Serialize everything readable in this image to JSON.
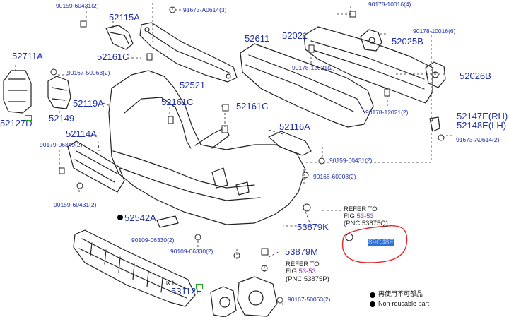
{
  "parts": {
    "p01": "90159-60431(2)",
    "p02": "52115A",
    "p03": "91673-A0614(3)",
    "p04": "90178-10016(4)",
    "p05": "52611",
    "p06": "52021",
    "p07": "90178-10016(6)",
    "p08": "52025B",
    "p09": "52161C",
    "p10": "52711A",
    "p11": "90178-12021(2)",
    "p12": "90167-50063(2)",
    "p13": "52026B",
    "p14": "52521",
    "p15": "52119A",
    "p16": "52161C",
    "p17": "52161C",
    "p18": "90178-12021(2)",
    "p19": "52147E(RH)",
    "p20": "52149",
    "p21": "52127D",
    "p22": "52148E(LH)",
    "p23": "52116A",
    "p24": "52114A",
    "p25": "91673-A0614(2)",
    "p26": "90179-06349(2)",
    "p27": "90159-60431(2)",
    "p28": "90166-60003(2)",
    "p29": "90159-60431(2)",
    "p30": "52542A",
    "p31": "53879K",
    "p32": "90109-06330(2)",
    "p33": "90109-06330(2)",
    "p34": "53879M",
    "p35": "53112E",
    "p36": "90167-50063(2)",
    "highlight": "89C48F",
    "footnote_mark": "※1"
  },
  "refs": {
    "a": {
      "line1": "REFER TO",
      "fig_prefix": "FIG",
      "fig": "53-53",
      "pnc": "(PNC 53875Q)"
    },
    "b": {
      "line1": "REFER TO",
      "fig_prefix": "FIG",
      "fig": "53-53",
      "pnc": "(PNC 53875P)"
    }
  },
  "legend": {
    "reusable": "再使用不可部品",
    "non_reusable": "Non-reusable part"
  },
  "colors": {
    "part_number": "#1d2fa8",
    "figure_ref": "#8b2fb5",
    "highlight_bg": "#2f6fd6",
    "highlight_circle": "#e02828",
    "note_icon": "#1aa31a"
  }
}
